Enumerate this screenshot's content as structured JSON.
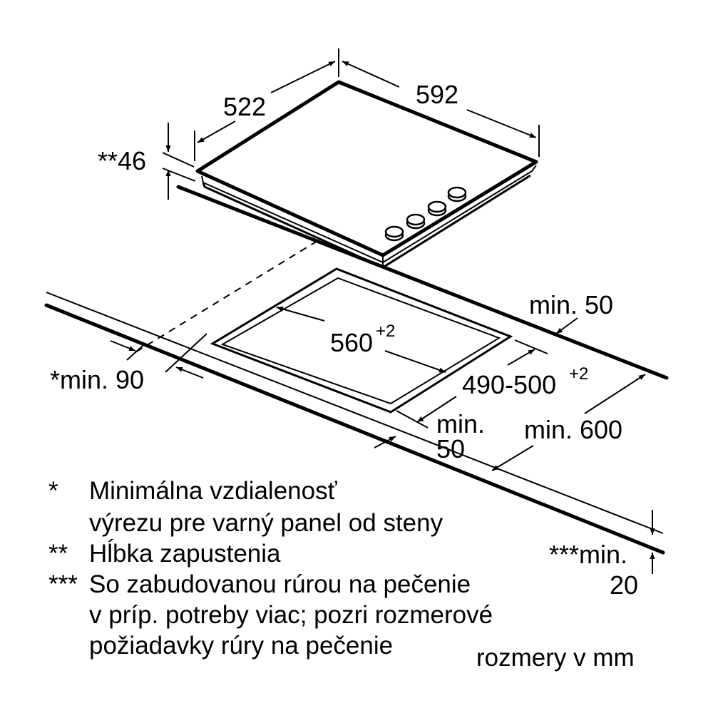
{
  "dimensions": {
    "hob_depth": "522",
    "hob_width": "592",
    "installation_depth": "**46",
    "back_clearance": "min. 50",
    "cutout_width": "560",
    "cutout_width_tolerance": "+2",
    "cutout_depth": "490-500",
    "cutout_depth_tolerance": "+2",
    "wall_distance": "*min. 90",
    "front_clearance_label": "min.",
    "front_clearance_value": "50",
    "worktop_depth": "min. 600",
    "oven_gap_label": "***min.",
    "oven_gap_value": "20"
  },
  "notes": [
    {
      "marker": "*",
      "lines": [
        "Minimálna vzdialenosť",
        "výrezu pre varný panel od steny"
      ]
    },
    {
      "marker": "**",
      "lines": [
        "Hĺbka zapustenia"
      ]
    },
    {
      "marker": "***",
      "lines": [
        "So zabudovanou rúrou na pečenie",
        "v príp. potreby viac; pozri rozmerové",
        "požiadavky rúry na pečenie"
      ]
    }
  ],
  "units_note": "rozmery v mm"
}
